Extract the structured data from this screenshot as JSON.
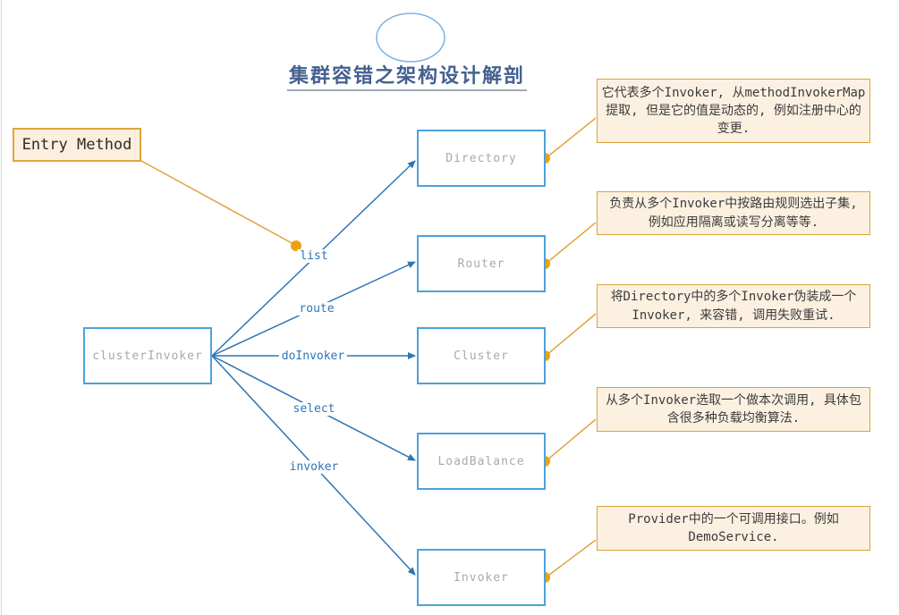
{
  "title": "集群容错之架构设计解剖",
  "entry": {
    "label": "Entry Method"
  },
  "source": {
    "label": "clusterInvoker"
  },
  "nodes": [
    {
      "label": "Directory"
    },
    {
      "label": "Router"
    },
    {
      "label": "Cluster"
    },
    {
      "label": "LoadBalance"
    },
    {
      "label": "Invoker"
    }
  ],
  "edges": [
    {
      "label": "list"
    },
    {
      "label": "route"
    },
    {
      "label": "doInvoker"
    },
    {
      "label": "select"
    },
    {
      "label": "invoker"
    }
  ],
  "annotations": [
    {
      "text": "它代表多个Invoker, 从methodInvokerMap提取, 但是它的值是动态的, 例如注册中心的变更."
    },
    {
      "text": "负责从多个Invoker中按路由规则选出子集, 例如应用隔离或读写分离等等."
    },
    {
      "text": "将Directory中的多个Invoker伪装成一个Invoker, 来容错, 调用失败重试."
    },
    {
      "text": "从多个Invoker选取一个做本次调用, 具体包含很多种负载均衡算法."
    },
    {
      "text": "Provider中的一个可调用接口。例如DemoService."
    }
  ],
  "colors": {
    "node_border_blue": "#4DA1DC",
    "edge_line_blue": "#2E75B6",
    "accent_orange": "#E2A33C",
    "dot_orange": "#E9A311",
    "callout_fill": "#FCF1E1",
    "entry_fill": "#FCEFDD",
    "node_text_gray": "#A9A9A9",
    "title_blue": "#44618F",
    "title_underline_gray": "#9DA9B6"
  }
}
